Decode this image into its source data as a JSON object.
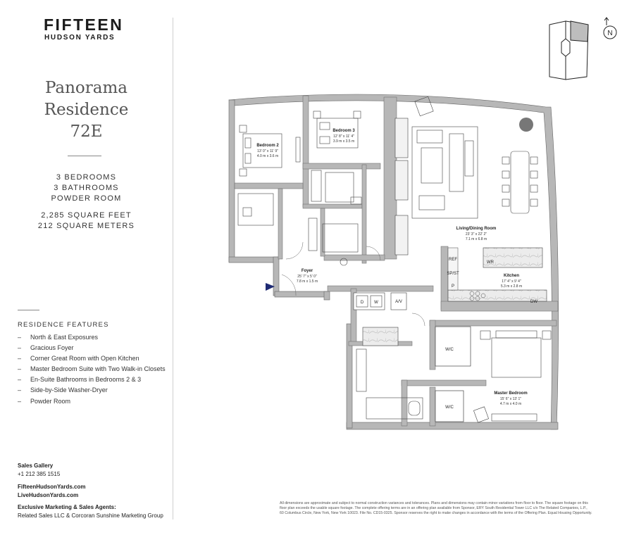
{
  "brand": {
    "name": "FIFTEEN",
    "sub": "HUDSON YARDS"
  },
  "residence": {
    "title_line1": "Panorama",
    "title_line2": "Residence",
    "title_line3": "72E"
  },
  "specs": {
    "bedrooms": "3 BEDROOMS",
    "bathrooms": "3 BATHROOMS",
    "powder": "POWDER ROOM",
    "sqft": "2,285 SQUARE FEET",
    "sqm": "212 SQUARE METERS"
  },
  "features": {
    "heading": "RESIDENCE FEATURES",
    "items": [
      "North & East Exposures",
      "Gracious Foyer",
      "Corner Great Room with Open Kitchen",
      "Master Bedroom Suite with Two Walk-in Closets",
      "En-Suite Bathrooms in Bedrooms 2 & 3",
      "Side-by-Side Washer-Dryer",
      "Powder Room"
    ]
  },
  "contact": {
    "gallery_label": "Sales Gallery",
    "phone": "+1 212 385 1515",
    "web1": "FifteenHudsonYards.com",
    "web2": "LiveHudsonYards.com",
    "agents_label": "Exclusive Marketing & Sales Agents:",
    "agents": "Related Sales LLC & Corcoran Sunshine Marketing Group"
  },
  "disclaimer": {
    "line1": "All dimensions are approximate and subject to normal construction variances and tolerances. Plans and dimensions may contain minor variations from floor to floor. The square footage on this",
    "line2": "floor plan exceeds the usable square footage. The complete offering terms are in an offering plan available from Sponsor, ERY South Residential Tower LLC c/o The Related Companies, L.P.,",
    "line3": "60 Columbus Circle, New York, New York 10023. File No. CD15-0325. Sponsor reserves the right to make changes in accordance with the terms of the Offering Plan. Equal Housing Opportunity."
  },
  "compass": {
    "letter": "N"
  },
  "rooms": {
    "bedroom2": {
      "name": "Bedroom 2",
      "dim_ft": "13' 0\" x 11' 9\"",
      "dim_m": "4.0 m x 3.6 m"
    },
    "bedroom3": {
      "name": "Bedroom 3",
      "dim_ft": "12' 8\" x 11' 4\"",
      "dim_m": "3.9 m x 3.5 m"
    },
    "living": {
      "name": "Living/Dining Room",
      "dim_ft": "23' 3\" x 22' 2\"",
      "dim_m": "7.1 m x 6.8 m"
    },
    "kitchen": {
      "name": "Kitchen",
      "dim_ft": "17' 4\" x 9' 4\"",
      "dim_m": "5.3 m x 2.8 m"
    },
    "foyer": {
      "name": "Foyer",
      "dim_ft": "25' 7\" x 5' 0\"",
      "dim_m": "7.8 m x 1.5 m"
    },
    "master": {
      "name": "Master Bedroom",
      "dim_ft": "15' 6\" x 13' 1\"",
      "dim_m": "4.7 m x 4.0 m"
    }
  },
  "appliances": {
    "ref": "REF",
    "spst": "SP/ST",
    "p": "P",
    "wr": "WR",
    "dw": "DW",
    "d": "D",
    "w": "W",
    "av": "A/V",
    "wic1": "W/C",
    "wic2": "W/C"
  }
}
